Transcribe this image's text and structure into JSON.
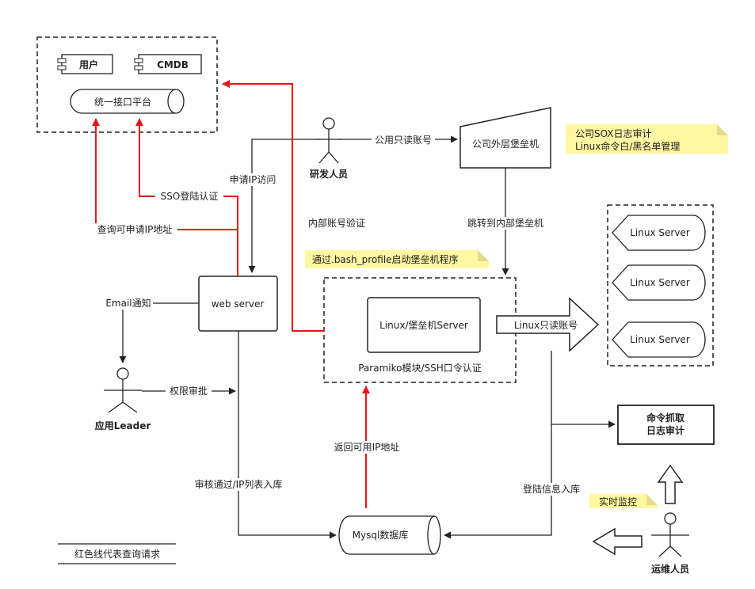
{
  "platform": {
    "user_label": "用户",
    "cmdb_label": "CMDB",
    "unified_api_label": "统一接口平台"
  },
  "actors": {
    "developer": "研发人员",
    "leader": "应用Leader",
    "ops": "运维人员"
  },
  "nodes": {
    "outer_bastion": "公司外层堡垒机",
    "web_server": "web server",
    "inner_server": "Linux/堡垒机Server",
    "paramiko": "Paramiko模块/SSH口令认证",
    "mysql": "Mysql数据库",
    "log_audit_line1": "命令抓取",
    "log_audit_line2": "日志审计",
    "linux_servers": [
      "Linux Server",
      "Linux Server",
      "Linux Server"
    ],
    "linux_readonly": "Linux只读账号"
  },
  "notes": {
    "sox_line1": "公司SOX日志审计",
    "sox_line2": "Linux命令白/黑名单管理",
    "bash_profile": "通过.bash_profile启动堡垒机程序",
    "realtime": "实时监控"
  },
  "edges": {
    "public_readonly": "公用只读账号",
    "apply_ip": "申请IP访问",
    "sso_login": "SSO登陆认证",
    "query_ip": "查询可申请IP地址",
    "internal_verify": "内部账号验证",
    "jump_inner": "跳转到内部堡垒机",
    "email_notify": "Email通知",
    "permission_approve": "权限审批",
    "approve_store": "审核通过/IP列表入库",
    "return_ip": "返回可用IP地址",
    "login_store": "登陆信息入库"
  },
  "legend": {
    "red_line": "红色线代表查询请求"
  },
  "colors": {
    "red": "#e8141b",
    "line": "#222222",
    "note_fill": "#fff7a1",
    "note_fold": "#e3dc8c"
  }
}
